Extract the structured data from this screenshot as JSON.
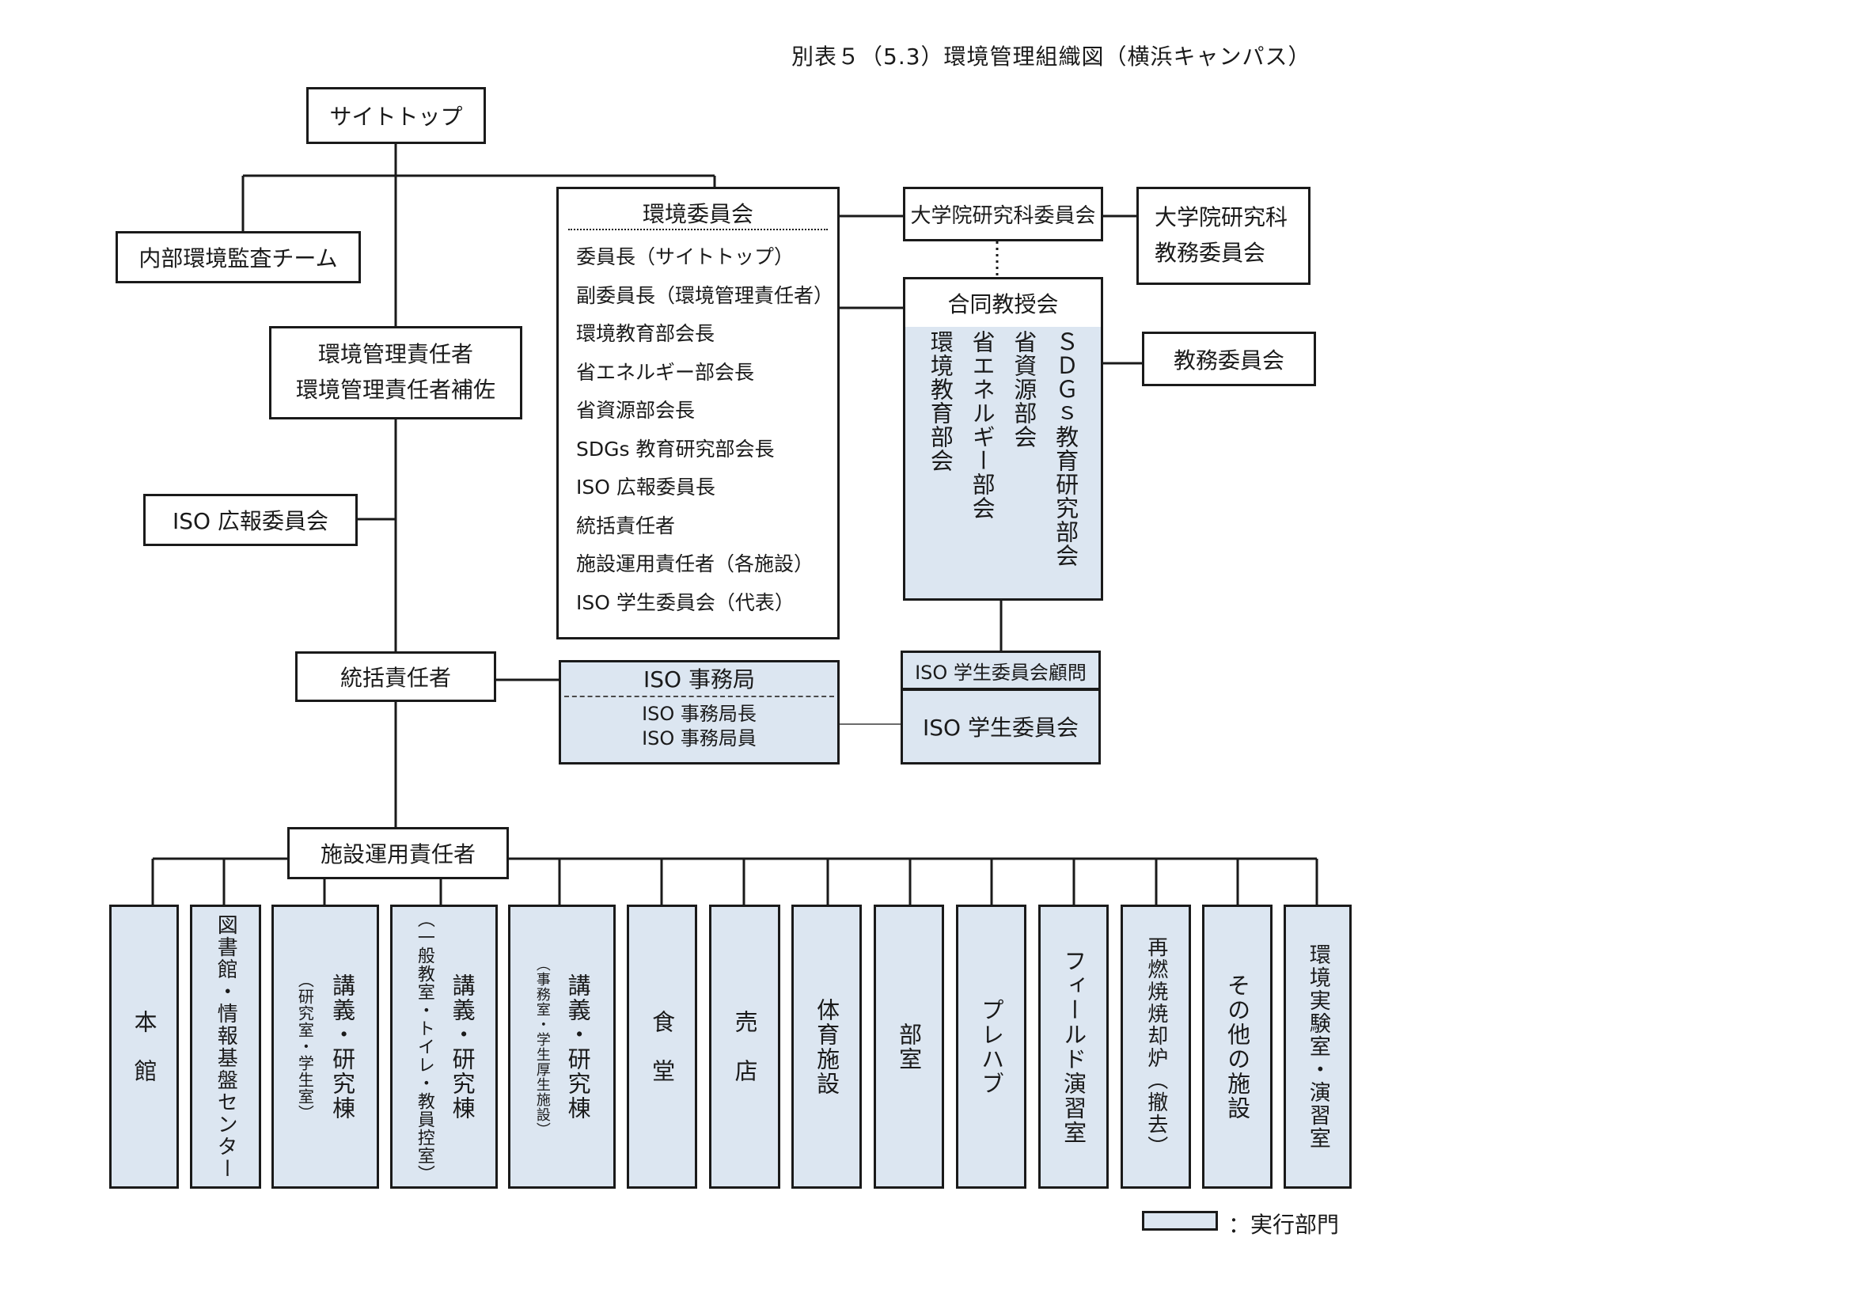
{
  "title": "別表５（5.3）環境管理組織図（横浜キャンパス）",
  "nodes": {
    "site_top": "サイトトップ",
    "internal_audit": "内部環境監査チーム",
    "env_manager": [
      "環境管理責任者",
      "環境管理責任者補佐"
    ],
    "iso_pr": "ISO 広報委員会",
    "general_manager": "統括責任者",
    "facility_manager": "施設運用責任者"
  },
  "env_committee": {
    "heading": "環境委員会",
    "members": [
      "委員長（サイトトップ）",
      "副委員長（環境管理責任者）",
      "環境教育部会長",
      "省エネルギー部会長",
      "省資源部会長",
      "SDGs 教育研究部会長",
      "ISO 広報委員長",
      "統括責任者",
      "施設運用責任者（各施設）",
      "ISO 学生委員会（代表）"
    ]
  },
  "grad_committee": "大学院研究科委員会",
  "grad_affairs": [
    "大学院研究科",
    "教務委員会"
  ],
  "joint_faculty": {
    "heading": "合同教授会",
    "subcommittees": [
      "ＳＤＧｓ教育研究部会",
      "省資源部会",
      "省エネルギー部会",
      "環境教育部会"
    ]
  },
  "academic_affairs": "教務委員会",
  "iso_office": {
    "heading": "ISO 事務局",
    "members": [
      "ISO 事務局長",
      "ISO 事務局員"
    ]
  },
  "iso_student": {
    "advisor": "ISO 学生委員会顧問",
    "name": "ISO 学生委員会"
  },
  "facilities": [
    {
      "main": "本　館",
      "sub": ""
    },
    {
      "main": "図書館・情報基盤センター",
      "sub": ""
    },
    {
      "main": "講義・研究棟",
      "sub": "（研究室・学生室）"
    },
    {
      "main": "講義・研究棟",
      "sub": "（一般教室・トイレ・教員控室）"
    },
    {
      "main": "講義・研究棟",
      "sub": "（事務室・学生厚生施設）"
    },
    {
      "main": "食　堂",
      "sub": ""
    },
    {
      "main": "売　店",
      "sub": ""
    },
    {
      "main": "体育施設",
      "sub": ""
    },
    {
      "main": "部室",
      "sub": ""
    },
    {
      "main": "プレハブ",
      "sub": ""
    },
    {
      "main": "フィールド演習室",
      "sub": ""
    },
    {
      "main": "再燃焼焼却炉（撤去）",
      "sub": ""
    },
    {
      "main": "その他の施設",
      "sub": ""
    },
    {
      "main": "環境実験室・演習室",
      "sub": ""
    }
  ],
  "legend": {
    "label": "：実行部門",
    "color": "#dce6f1"
  }
}
